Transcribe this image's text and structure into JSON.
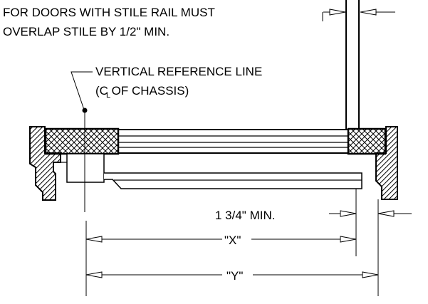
{
  "notes": {
    "stile_line1": "FOR DOORS WITH STILE RAIL MUST",
    "stile_line2": "OVERLAP STILE BY 1/2\" MIN.",
    "reference_line1": "VERTICAL REFERENCE LINE",
    "reference_line2": "(C OF CHASSIS)",
    "centerline_sub": "L"
  },
  "dimensions": {
    "min_depth": "1 3/4\" MIN.",
    "x_label": "\"X\"",
    "y_label": "\"Y\""
  },
  "icons": [
    "crosshatch-pattern",
    "diagonal-hatch-pattern",
    "arrowhead",
    "centerline-symbol"
  ]
}
